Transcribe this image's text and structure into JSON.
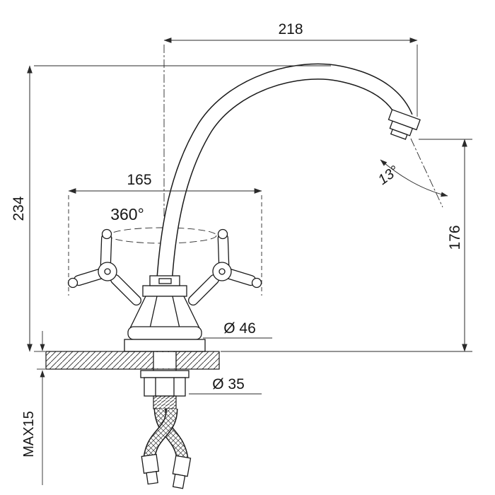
{
  "labels": {
    "dim_top_width": "218",
    "dim_overall_height": "234",
    "dim_handle_span": "165",
    "dim_swivel": "360°",
    "dim_spout_angle": "13°",
    "dim_spout_height": "176",
    "dim_base_diameter": "Ø 46",
    "dim_shank_diameter": "Ø 35",
    "dim_max_thickness": "MAX15"
  },
  "colors": {
    "background": "#ffffff",
    "ink": "#1a1a1a",
    "dimension_ink": "#2a2a2a"
  }
}
